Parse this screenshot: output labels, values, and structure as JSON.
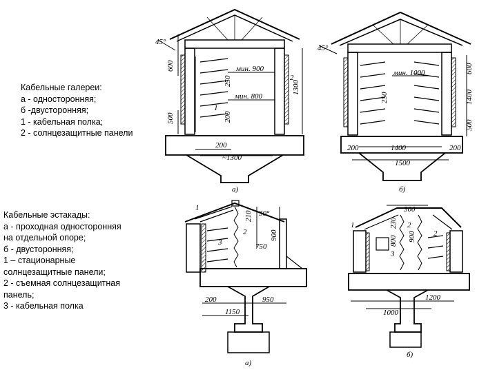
{
  "galleries_caption": [
    "Кабельные галереи:",
    "а - односторонняя;",
    "б -двусторонняя;",
    "1 - кабельная полка;",
    "2 - солнцезащитные панели"
  ],
  "trestles_caption": [
    "Кабельные эстакады:",
    "а - проходная односторонняя",
    "на отдельной опоре;",
    "б - двусторонняя;",
    "1 – стационарные",
    "солнцезащитные панели;",
    "2 - съемная солнцезащитная",
    "панель;",
    "3 - кабельная полка"
  ],
  "gallery_a": {
    "angle": "45°",
    "d_600": "600",
    "d_500": "500",
    "d_250": "250",
    "d_200v": "200",
    "d_1300": "1300",
    "min_900": "мин. 900",
    "min_800": "мин. 800",
    "callout_1": "1",
    "callout_2": "2",
    "d_200": "200",
    "d_1300b": "~1300",
    "letter": "а)"
  },
  "gallery_b": {
    "angle": "45°",
    "min_1000": "мин. 1000",
    "d_250": "250",
    "d_600": "600",
    "d_1400v": "1400",
    "d_500": "500",
    "d_200l": "200",
    "d_1400": "1400",
    "d_200r": "200",
    "d_1500": "1500",
    "letter": "б)"
  },
  "trestle_a": {
    "callout_1": "1",
    "angle": "30°",
    "d_210": "210",
    "d_900": "900",
    "callout_2": "2",
    "callout_3": "3",
    "d_750": "750",
    "d_200": "200",
    "d_950": "950",
    "d_1150": "1150",
    "letter": "а)"
  },
  "trestle_b": {
    "d_300": "300",
    "d_230": "230",
    "d_800": "800",
    "d_900": "900",
    "callout_1": "1",
    "callout_2a": "2",
    "callout_2b": "2",
    "callout_3": "3",
    "d_1200": "1200",
    "d_1000": "1000",
    "letter": "б)"
  }
}
